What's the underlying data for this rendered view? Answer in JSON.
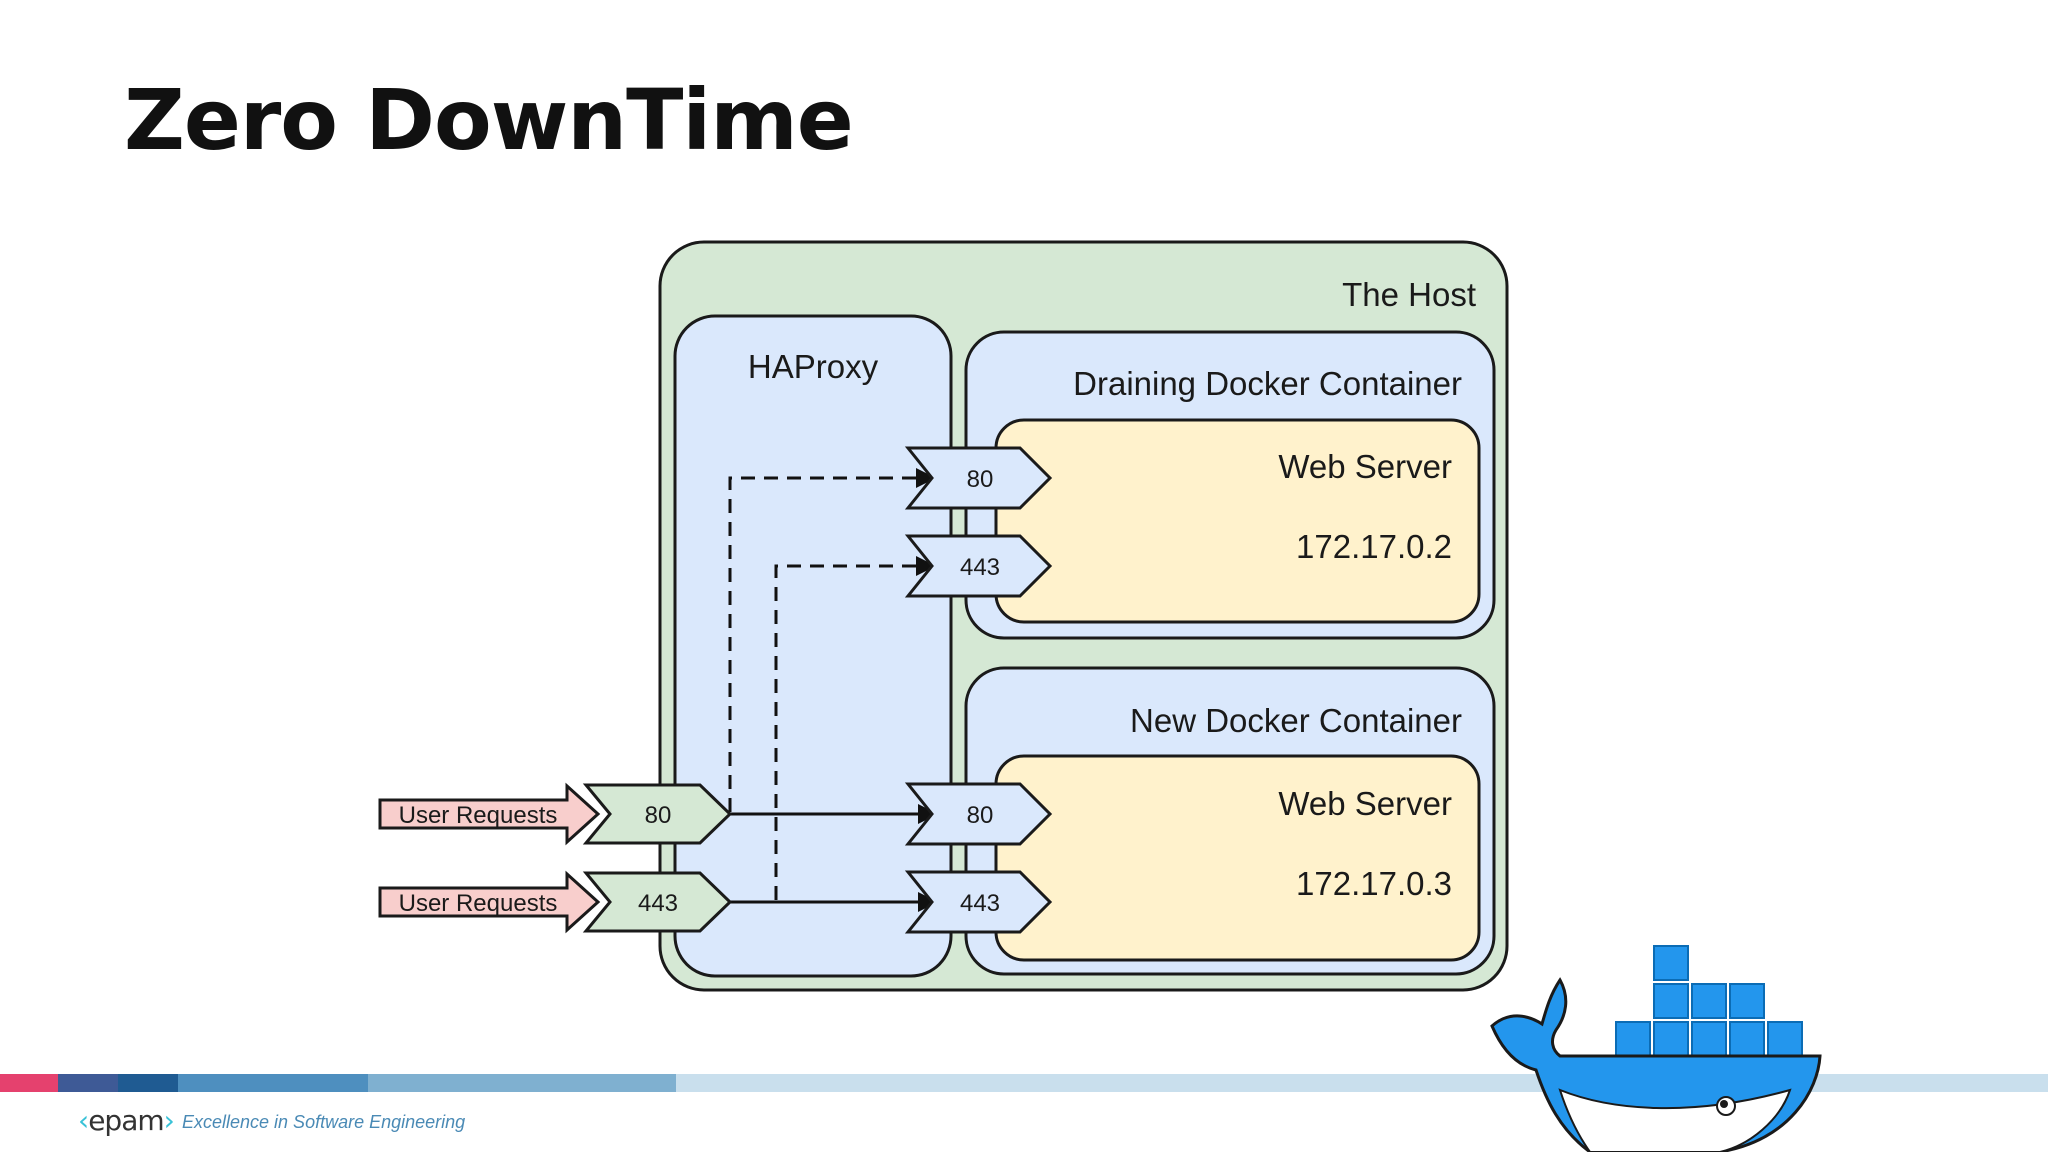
{
  "slide": {
    "title": "Zero DownTime"
  },
  "diagram": {
    "host_label": "The Host",
    "haproxy_label": "HAProxy",
    "draining_container_label": "Draining Docker Container",
    "new_container_label": "New Docker Container",
    "draining_server": {
      "title": "Web Server",
      "ip": "172.17.0.2"
    },
    "new_server": {
      "title": "Web Server",
      "ip": "172.17.0.3"
    },
    "requests": [
      {
        "label": "User Requests",
        "port": "80"
      },
      {
        "label": "User Requests",
        "port": "443"
      }
    ],
    "draining_ports": [
      "80",
      "443"
    ],
    "new_ports": [
      "80",
      "443"
    ],
    "colors": {
      "host": "#d5e8d4",
      "container": "#dae8fc",
      "server": "#fff2cc",
      "request": "#f8cecc"
    }
  },
  "footer": {
    "logo_text": "epam",
    "tagline": "Excellence in Software Engineering",
    "docker_icon": "docker-whale-icon"
  }
}
